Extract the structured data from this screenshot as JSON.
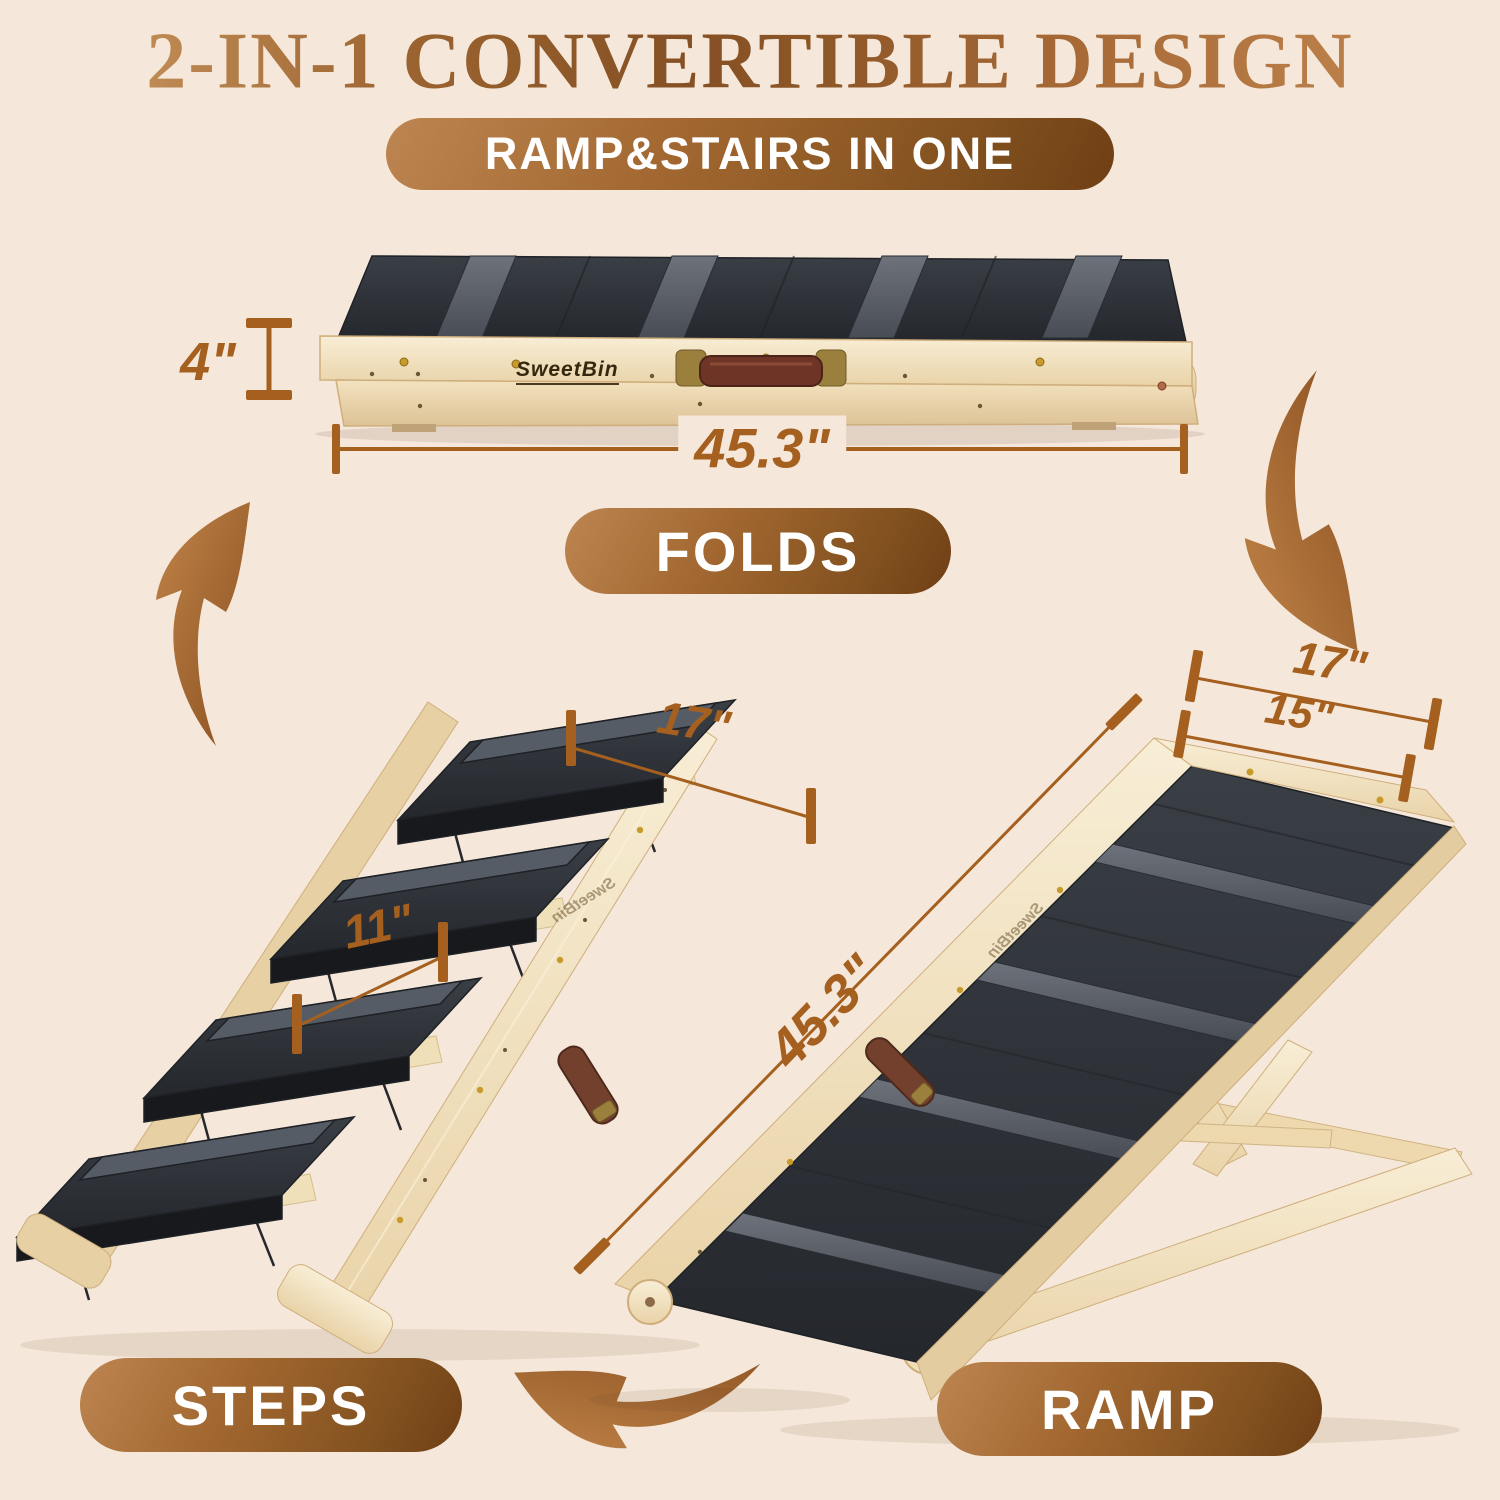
{
  "page": {
    "background_color": "#f5e8da",
    "accent_color": "#a5601f",
    "pill_color_light": "#bd8551",
    "pill_color_dark": "#6f3f15",
    "carpet_color": "#2f3338",
    "wood_color": "#f2e2c0"
  },
  "header": {
    "title": "2-IN-1 CONVERTIBLE DESIGN",
    "badge": "RAMP&STAIRS IN ONE"
  },
  "brand": "SweetBin",
  "folded": {
    "label": "FOLDS",
    "height": "4\"",
    "length": "45.3\""
  },
  "steps": {
    "label": "STEPS",
    "width": "17\"",
    "depth": "11\""
  },
  "ramp": {
    "label": "RAMP",
    "length": "45.3\"",
    "outer_width": "17\"",
    "surface_width": "15\""
  }
}
